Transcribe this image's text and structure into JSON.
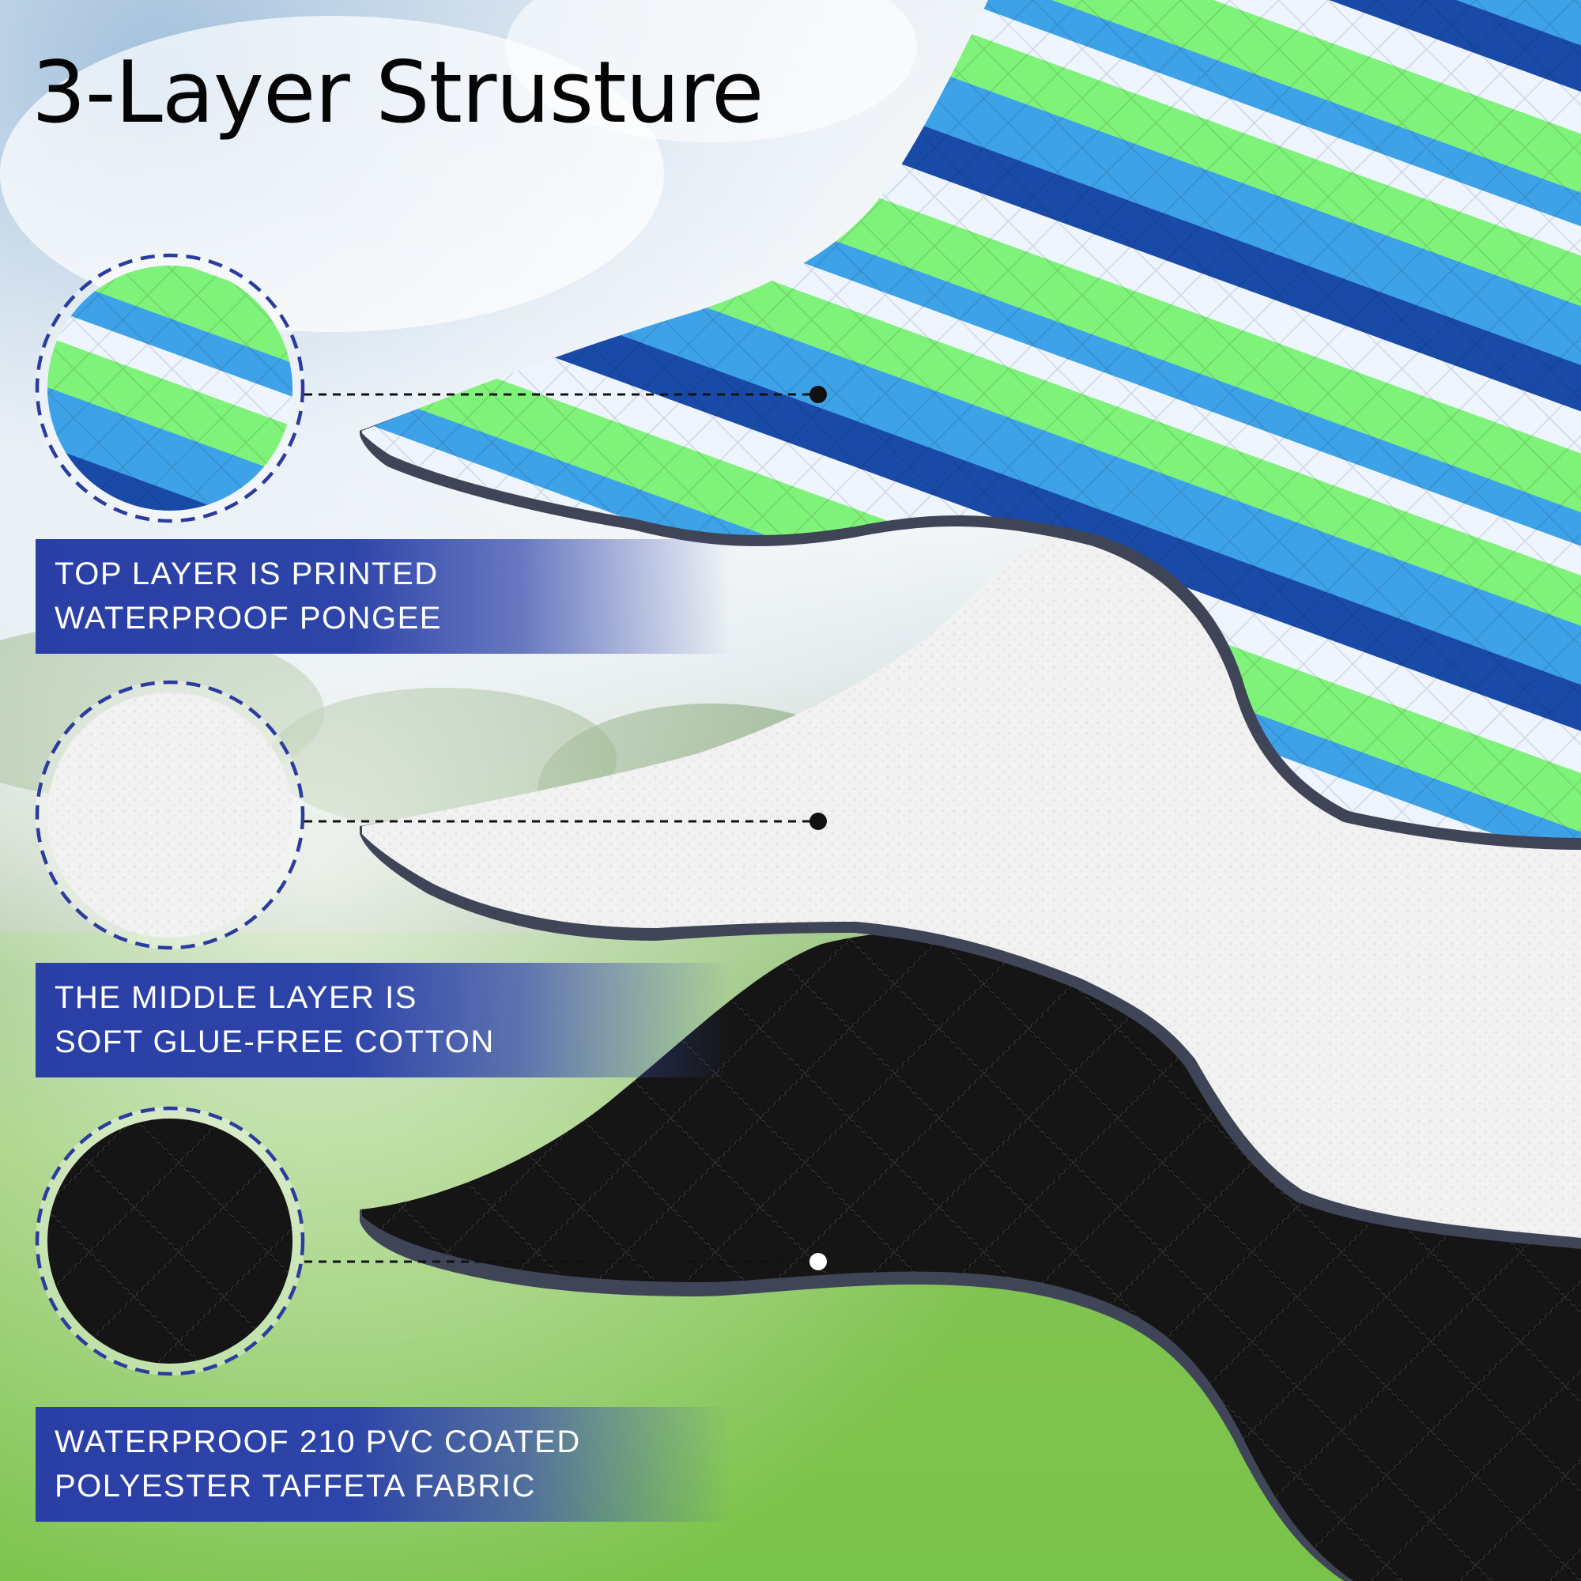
{
  "title": "3-Layer Strusture",
  "layers": [
    {
      "name": "top",
      "lines": [
        "TOP LAYER IS PRINTED",
        "WATERPROOF PONGEE"
      ]
    },
    {
      "name": "middle",
      "lines": [
        "THE MIDDLE LAYER IS",
        "SOFT GLUE-FREE COTTON"
      ]
    },
    {
      "name": "bottom",
      "lines": [
        "WATERPROOF 210 PVC COATED",
        "POLYESTER TAFFETA FABRIC"
      ]
    }
  ],
  "colors": {
    "banner": "#2a3fa6",
    "stripe_green": "#7ff27a",
    "stripe_light_blue": "#3ea2e8",
    "stripe_navy": "#1a4aa8",
    "stripe_white": "#eef5ff",
    "cotton": "#f2f2f2",
    "taffeta": "#0d0d0d",
    "edge_binding": "#3f4457",
    "circle_dash": "#2b3c9e"
  }
}
